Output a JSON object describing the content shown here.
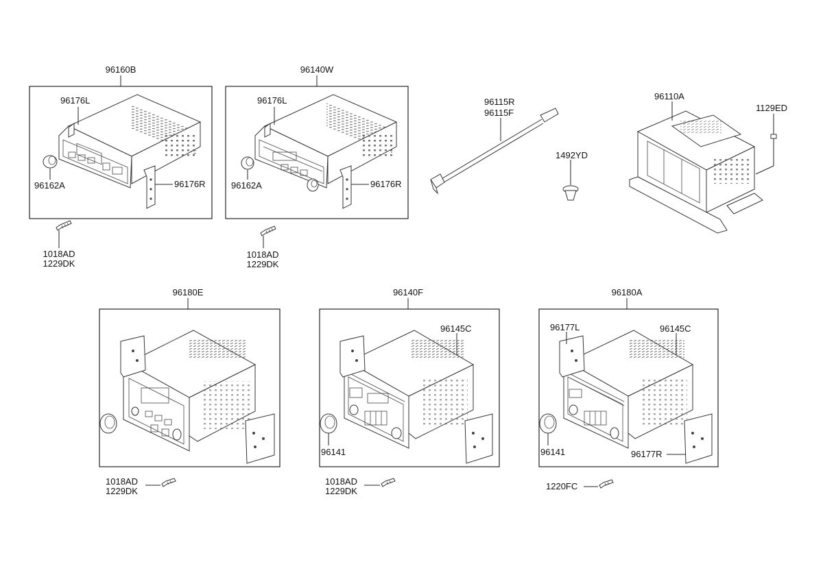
{
  "labels": {
    "g1_title": "96160B",
    "g1_bracket_l": "96176L",
    "g1_knob": "96162A",
    "g1_bracket_r": "96176R",
    "g1_screw_a": "1018AD",
    "g1_screw_b": "1229DK",
    "g2_title": "96140W",
    "g2_bracket_l": "96176L",
    "g2_knob": "96162A",
    "g2_bracket_r": "96176R",
    "g2_screw_a": "1018AD",
    "g2_screw_b": "1229DK",
    "cable_a": "96115R",
    "cable_b": "96115F",
    "clip": "1492YD",
    "amp": "96110A",
    "amp_bolt": "1129ED",
    "g3_title": "96180E",
    "g3_screw_a": "1018AD",
    "g3_screw_b": "1229DK",
    "g4_title": "96140F",
    "g4_part": "96145C",
    "g4_knob": "96141",
    "g4_screw_a": "1018AD",
    "g4_screw_b": "1229DK",
    "g5_title": "96180A",
    "g5_bracket_l": "96177L",
    "g5_part": "96145C",
    "g5_knob": "96141",
    "g5_bracket_r": "96177R",
    "g5_screw": "1220FC"
  }
}
